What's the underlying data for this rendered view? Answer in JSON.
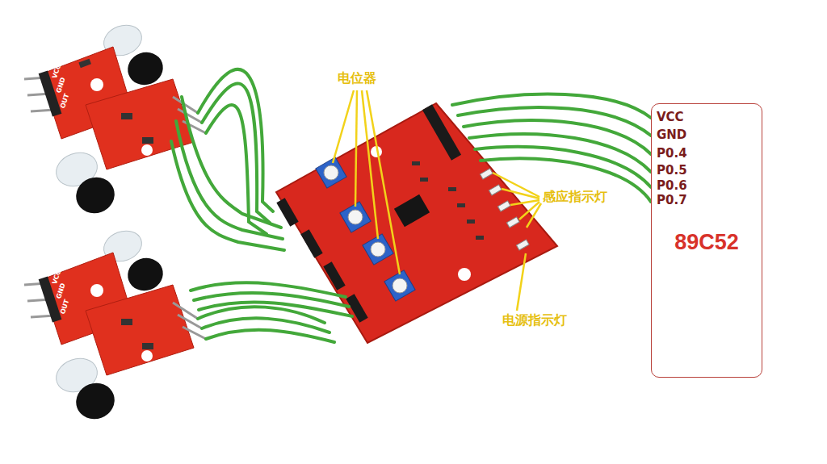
{
  "diagram": {
    "nodes": [
      {
        "text": [
          "89C52"
        ]
      }
    ],
    "labels": [
      "电位器",
      "感应指示灯",
      "电源指示灯",
      "VCC",
      "GND",
      "P0.4",
      "P0.5",
      "P0.6",
      "P0.7",
      "VCC",
      "GND",
      "OUT",
      "VCC",
      "GND",
      "OUT"
    ]
  }
}
